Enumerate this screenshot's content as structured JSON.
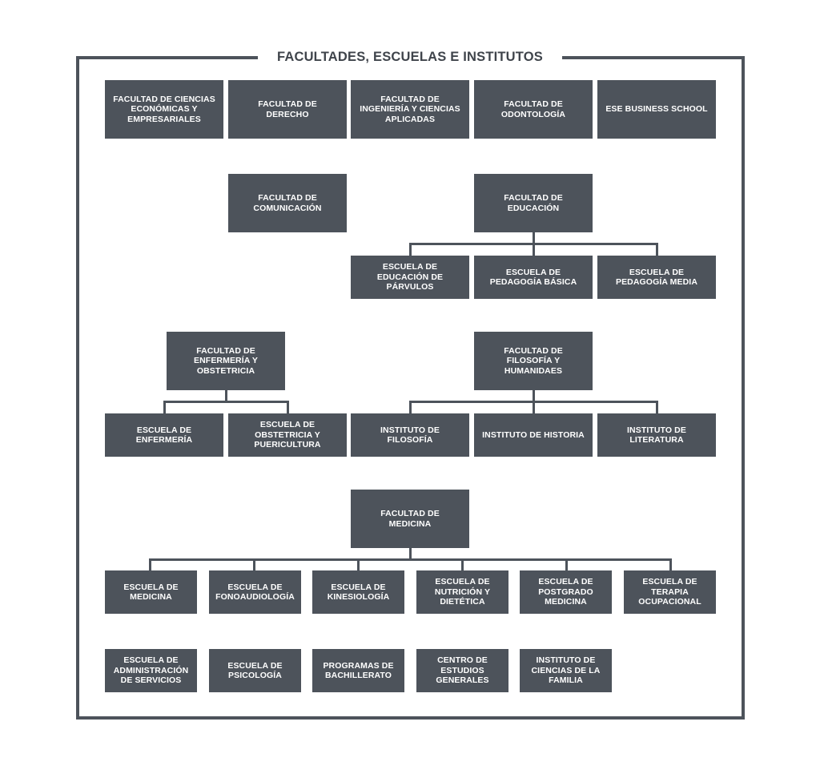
{
  "title": "FACULTADES, ESCUELAS E INSTITUTOS",
  "colors": {
    "box_fill": "#4d535b",
    "box_text": "#ffffff",
    "frame": "#4d535b",
    "title_text": "#3f444b",
    "background": "#ffffff"
  },
  "nodes": {
    "fac_economicas": "FACULTAD DE CIENCIAS ECONÓMICAS Y EMPRESARIALES",
    "fac_derecho": "FACULTAD DE DERECHO",
    "fac_ingenieria": "FACULTAD DE INGENIERÍA Y CIENCIAS APLICADAS",
    "fac_odontologia": "FACULTAD DE ODONTOLOGÍA",
    "ese_business": "ESE BUSINESS SCHOOL",
    "fac_comunicacion": "FACULTAD DE COMUNICACIÓN",
    "fac_educacion": "FACULTAD DE EDUCACIÓN",
    "esc_parvulos": "ESCUELA DE EDUCACIÓN DE PÁRVULOS",
    "esc_ped_basica": "ESCUELA DE PEDAGOGÍA BÁSICA",
    "esc_ped_media": "ESCUELA DE PEDAGOGÍA MEDIA",
    "fac_enfermeria": "FACULTAD DE ENFERMERÍA Y OBSTETRICIA",
    "esc_enfermeria": "ESCUELA DE ENFERMERÍA",
    "esc_obstetricia": "ESCUELA DE OBSTETRICIA Y PUERICULTURA",
    "fac_filosofia": "FACULTAD DE FILOSOFÍA Y HUMANIDAES",
    "inst_filosofia": "INSTITUTO DE FILOSOFÍA",
    "inst_historia": "INSTITUTO DE HISTORIA",
    "inst_literatura": "INSTITUTO DE LITERATURA",
    "fac_medicina": "FACULTAD DE MEDICINA",
    "esc_medicina": "ESCUELA DE MEDICINA",
    "esc_fonoaudiologia": "ESCUELA DE FONOAUDIOLOGÍA",
    "esc_kinesiologia": "ESCUELA DE KINESIOLOGÍA",
    "esc_nutricion": "ESCUELA DE NUTRICIÓN Y DIETÉTICA",
    "esc_postgrado": "ESCUELA DE POSTGRADO MEDICINA",
    "esc_terapia": "ESCUELA DE TERAPIA OCUPACIONAL",
    "esc_administracion": "ESCUELA DE ADMINISTRACIÓN DE SERVICIOS",
    "esc_psicologia": "ESCUELA DE PSICOLOGÍA",
    "prog_bachillerato": "PROGRAMAS DE BACHILLERATO",
    "centro_estudios": "CENTRO DE ESTUDIOS GENERALES",
    "inst_familia": "INSTITUTO DE CIENCIAS DE LA FAMILIA"
  }
}
